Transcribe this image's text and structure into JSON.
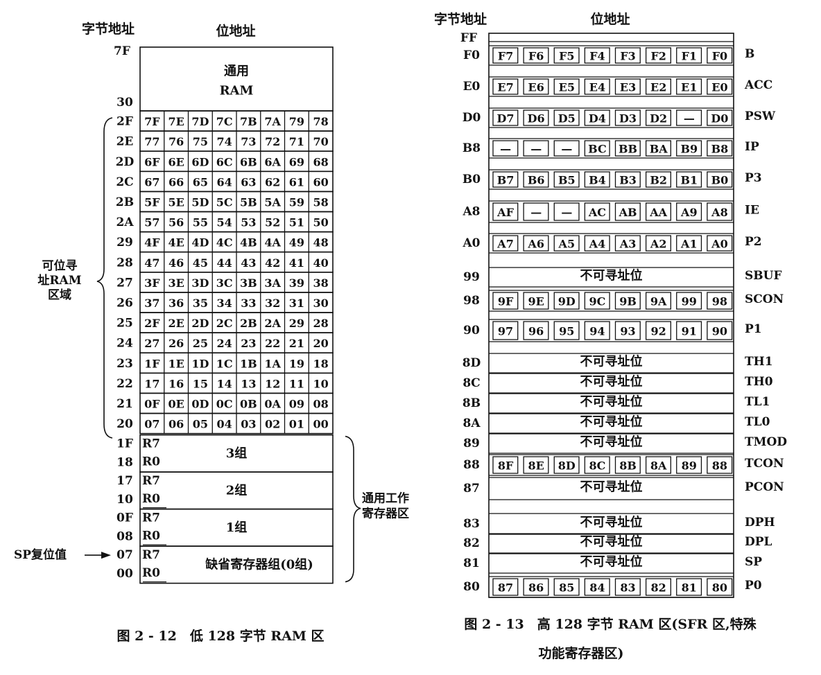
{
  "left": {
    "header_byte": "字节地址",
    "header_bit": "位地址",
    "addr_top": "7F",
    "addr_30": "30",
    "general_ram": [
      "通用",
      "RAM"
    ],
    "rows": [
      {
        "addr": "2F",
        "bits": [
          "7F",
          "7E",
          "7D",
          "7C",
          "7B",
          "7A",
          "79",
          "78"
        ]
      },
      {
        "addr": "2E",
        "bits": [
          "77",
          "76",
          "75",
          "74",
          "73",
          "72",
          "71",
          "70"
        ]
      },
      {
        "addr": "2D",
        "bits": [
          "6F",
          "6E",
          "6D",
          "6C",
          "6B",
          "6A",
          "69",
          "68"
        ]
      },
      {
        "addr": "2C",
        "bits": [
          "67",
          "66",
          "65",
          "64",
          "63",
          "62",
          "61",
          "60"
        ]
      },
      {
        "addr": "2B",
        "bits": [
          "5F",
          "5E",
          "5D",
          "5C",
          "5B",
          "5A",
          "59",
          "58"
        ]
      },
      {
        "addr": "2A",
        "bits": [
          "57",
          "56",
          "55",
          "54",
          "53",
          "52",
          "51",
          "50"
        ]
      },
      {
        "addr": "29",
        "bits": [
          "4F",
          "4E",
          "4D",
          "4C",
          "4B",
          "4A",
          "49",
          "48"
        ]
      },
      {
        "addr": "28",
        "bits": [
          "47",
          "46",
          "45",
          "44",
          "43",
          "42",
          "41",
          "40"
        ]
      },
      {
        "addr": "27",
        "bits": [
          "3F",
          "3E",
          "3D",
          "3C",
          "3B",
          "3A",
          "39",
          "38"
        ]
      },
      {
        "addr": "26",
        "bits": [
          "37",
          "36",
          "35",
          "34",
          "33",
          "32",
          "31",
          "30"
        ]
      },
      {
        "addr": "25",
        "bits": [
          "2F",
          "2E",
          "2D",
          "2C",
          "2B",
          "2A",
          "29",
          "28"
        ]
      },
      {
        "addr": "24",
        "bits": [
          "27",
          "26",
          "25",
          "24",
          "23",
          "22",
          "21",
          "20"
        ]
      },
      {
        "addr": "23",
        "bits": [
          "1F",
          "1E",
          "1D",
          "1C",
          "1B",
          "1A",
          "19",
          "18"
        ]
      },
      {
        "addr": "22",
        "bits": [
          "17",
          "16",
          "15",
          "14",
          "13",
          "12",
          "11",
          "10"
        ]
      },
      {
        "addr": "21",
        "bits": [
          "0F",
          "0E",
          "0D",
          "0C",
          "0B",
          "0A",
          "09",
          "08"
        ]
      },
      {
        "addr": "20",
        "bits": [
          "07",
          "06",
          "05",
          "04",
          "03",
          "02",
          "01",
          "00"
        ]
      }
    ],
    "bit_area_label": [
      "可位寻",
      "址RAM",
      "区域"
    ],
    "banks": [
      {
        "hi": "1F",
        "lo": "18",
        "r_hi": "R7",
        "r_lo": "R0",
        "name": "3组"
      },
      {
        "hi": "17",
        "lo": "10",
        "r_hi": "R7",
        "r_lo": "R0",
        "name": "2组"
      },
      {
        "hi": "0F",
        "lo": "08",
        "r_hi": "R7",
        "r_lo": "R0",
        "name": "1组"
      },
      {
        "hi": "07",
        "lo": "00",
        "r_hi": "R7",
        "r_lo": "R0",
        "name": "缺省寄存器组(0组)"
      }
    ],
    "reg_area_label": [
      "通用工作",
      "寄存器区"
    ],
    "sp_label": "SP复位值",
    "caption": "图 2 - 12　低 128 字节 RAM 区"
  },
  "right": {
    "header_byte": "字节地址",
    "header_bit": "位地址",
    "ff": "FF",
    "rows": [
      {
        "addr": "F0",
        "name": "B",
        "bits": [
          "F7",
          "F6",
          "F5",
          "F4",
          "F3",
          "F2",
          "F1",
          "F0"
        ]
      },
      {
        "addr": "E0",
        "name": "ACC",
        "bits": [
          "E7",
          "E6",
          "E5",
          "E4",
          "E3",
          "E2",
          "E1",
          "E0"
        ]
      },
      {
        "addr": "D0",
        "name": "PSW",
        "bits": [
          "D7",
          "D6",
          "D5",
          "D4",
          "D3",
          "D2",
          "—",
          "D0"
        ]
      },
      {
        "addr": "B8",
        "name": "IP",
        "bits": [
          "—",
          "—",
          "—",
          "BC",
          "BB",
          "BA",
          "B9",
          "B8"
        ]
      },
      {
        "addr": "B0",
        "name": "P3",
        "bits": [
          "B7",
          "B6",
          "B5",
          "B4",
          "B3",
          "B2",
          "B1",
          "B0"
        ]
      },
      {
        "addr": "A8",
        "name": "IE",
        "bits": [
          "AF",
          "—",
          "—",
          "AC",
          "AB",
          "AA",
          "A9",
          "A8"
        ]
      },
      {
        "addr": "A0",
        "name": "P2",
        "bits": [
          "A7",
          "A6",
          "A5",
          "A4",
          "A3",
          "A2",
          "A1",
          "A0"
        ]
      },
      {
        "addr": "99",
        "name": "SBUF",
        "text": "不可寻址位"
      },
      {
        "addr": "98",
        "name": "SCON",
        "bits": [
          "9F",
          "9E",
          "9D",
          "9C",
          "9B",
          "9A",
          "99",
          "98"
        ]
      },
      {
        "addr": "90",
        "name": "P1",
        "bits": [
          "97",
          "96",
          "95",
          "94",
          "93",
          "92",
          "91",
          "90"
        ]
      },
      {
        "addr": "8D",
        "name": "TH1",
        "text": "不可寻址位"
      },
      {
        "addr": "8C",
        "name": "TH0",
        "text": "不可寻址位"
      },
      {
        "addr": "8B",
        "name": "TL1",
        "text": "不可寻址位"
      },
      {
        "addr": "8A",
        "name": "TL0",
        "text": "不可寻址位"
      },
      {
        "addr": "89",
        "name": "TMOD",
        "text": "不可寻址位"
      },
      {
        "addr": "88",
        "name": "TCON",
        "bits": [
          "8F",
          "8E",
          "8D",
          "8C",
          "8B",
          "8A",
          "89",
          "88"
        ]
      },
      {
        "addr": "87",
        "name": "PCON",
        "text": "不可寻址位"
      },
      {
        "addr": "83",
        "name": "DPH",
        "text": "不可寻址位"
      },
      {
        "addr": "82",
        "name": "DPL",
        "text": "不可寻址位"
      },
      {
        "addr": "81",
        "name": "SP",
        "text": "不可寻址位"
      },
      {
        "addr": "80",
        "name": "P0",
        "bits": [
          "87",
          "86",
          "85",
          "84",
          "83",
          "82",
          "81",
          "80"
        ]
      }
    ],
    "caption": [
      "图 2 - 13　高 128 字节 RAM 区(SFR 区,特殊",
      "功能寄存器区)"
    ]
  }
}
